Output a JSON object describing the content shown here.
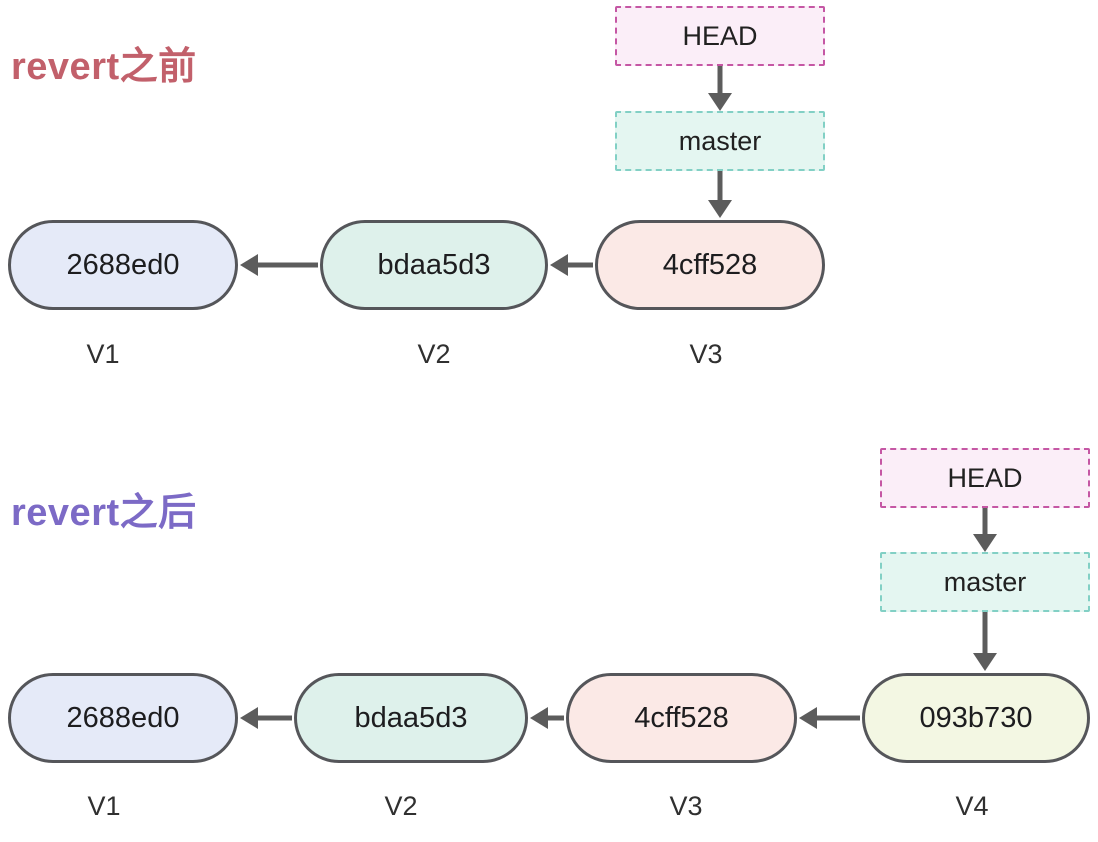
{
  "diagram": {
    "description": "git revert commit graph comparison",
    "sections": [
      {
        "title": "revert之前",
        "title_color": "#c2606b",
        "head_label": "HEAD",
        "branch_label": "master",
        "commits": [
          {
            "hash": "2688ed0",
            "version": "V1",
            "fill": "#e5eaf8"
          },
          {
            "hash": "bdaa5d3",
            "version": "V2",
            "fill": "#def1eb"
          },
          {
            "hash": "4cff528",
            "version": "V3",
            "fill": "#fbe9e6"
          }
        ]
      },
      {
        "title": "revert之后",
        "title_color": "#7c6ac6",
        "head_label": "HEAD",
        "branch_label": "master",
        "commits": [
          {
            "hash": "2688ed0",
            "version": "V1",
            "fill": "#e5eaf8"
          },
          {
            "hash": "bdaa5d3",
            "version": "V2",
            "fill": "#def1eb"
          },
          {
            "hash": "4cff528",
            "version": "V3",
            "fill": "#fbe9e6"
          },
          {
            "hash": "093b730",
            "version": "V4",
            "fill": "#f3f7e3"
          }
        ]
      }
    ],
    "colors": {
      "background": "#ffffff",
      "head_fill": "#fbeef8",
      "head_border": "#c557a4",
      "branch_fill": "#e4f6f1",
      "branch_border": "#82d0c5",
      "node_border": "#55565a",
      "arrow": "#5c5c5c",
      "node_text": "#1d1d1f",
      "label_text": "#303030"
    }
  }
}
